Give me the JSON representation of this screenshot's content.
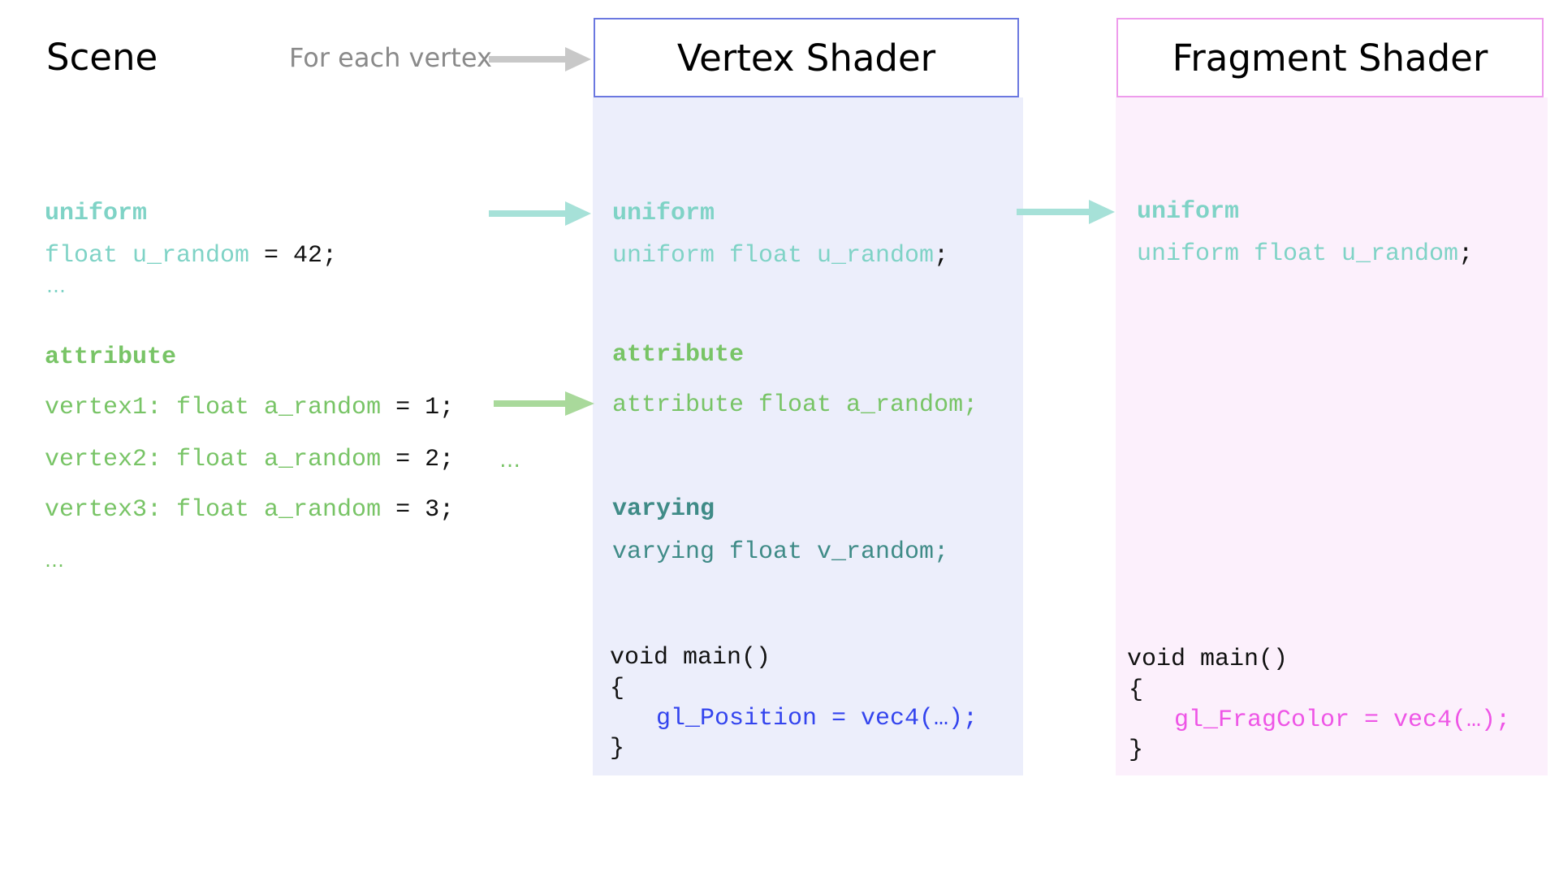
{
  "scene": {
    "title": "Scene",
    "for_each": "For each vertex",
    "uniform_heading": "uniform",
    "uniform_code": "float u_random",
    "uniform_value": " = 42;",
    "uniform_ellipsis": "…",
    "attribute_heading": "attribute",
    "vertices": [
      {
        "code": "vertex1: float a_random",
        "value": " = 1;"
      },
      {
        "code": "vertex2: float a_random",
        "value": " = 2;"
      },
      {
        "code": "vertex3: float a_random",
        "value": " = 3;"
      }
    ],
    "vertex2_ellipsis": "…",
    "attribute_ellipsis": "…"
  },
  "vertex_shader": {
    "title": "Vertex Shader",
    "uniform_heading": "uniform",
    "uniform_decl": "uniform float u_random",
    "uniform_semi": ";",
    "attribute_heading": "attribute",
    "attribute_decl": "attribute float a_random;",
    "varying_heading": "varying",
    "varying_decl": "varying float v_random;",
    "main_sig": "void main()",
    "open_brace": "{",
    "body": "gl_Position = vec4(…);",
    "close_brace": "}"
  },
  "fragment_shader": {
    "title": "Fragment Shader",
    "uniform_heading": "uniform",
    "uniform_decl": "uniform float u_random",
    "uniform_semi": ";",
    "main_sig": "void main()",
    "open_brace": "{",
    "body": "gl_FragColor = vec4(…);",
    "close_brace": "}"
  },
  "colors": {
    "uniform": "#7fd3c6",
    "attribute": "#78c466",
    "varying": "#3f8b87",
    "vertex_accent": "#6b78e0",
    "fragment_accent": "#ee9cec",
    "gl_position": "#3344ee",
    "gl_fragcolor": "#ee55e6",
    "arrow_grey": "#c8c8c8"
  }
}
